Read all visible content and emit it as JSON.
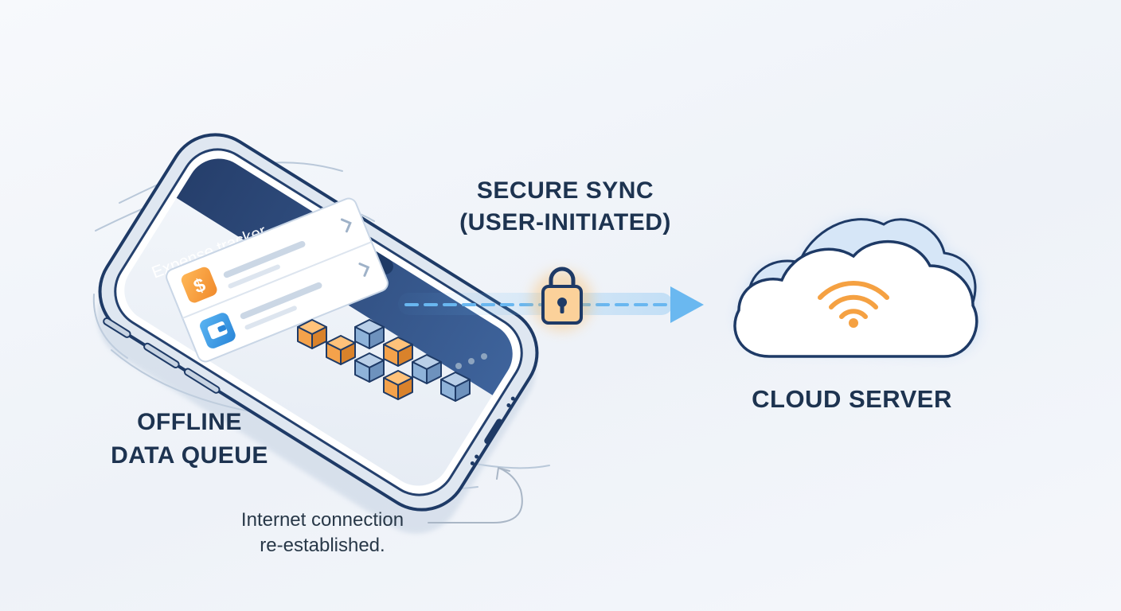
{
  "labels": {
    "sync_line1": "SECURE SYNC",
    "sync_line2": "(USER-INITIATED)",
    "cloud": "CLOUD SERVER",
    "queue_line1": "OFFLINE",
    "queue_line2": "DATA QUEUE",
    "note_line1": "Internet connection",
    "note_line2": "re-established."
  },
  "phone": {
    "app_title": "Expense tracker",
    "icons": [
      "dollar-icon",
      "wallet-icon"
    ]
  },
  "queue_blocks": [
    {
      "color": "orange"
    },
    {
      "color": "blue"
    },
    {
      "color": "orange"
    },
    {
      "color": "orange"
    },
    {
      "color": "blue"
    },
    {
      "color": "blue"
    },
    {
      "color": "orange"
    },
    {
      "color": "blue"
    }
  ],
  "icons": {
    "lock": "lock-icon",
    "cloud": "cloud-icon",
    "wifi": "wifi-icon",
    "arrow": "arrow-right-icon"
  },
  "colors": {
    "text": "#1d3350",
    "outline": "#1e3a66",
    "accent_orange": "#f5a142",
    "accent_blue": "#8fb3d9",
    "arrow_blue": "#69b7f0",
    "cloud_fill": "#ffffff",
    "phone_header": "#2b4b80"
  }
}
